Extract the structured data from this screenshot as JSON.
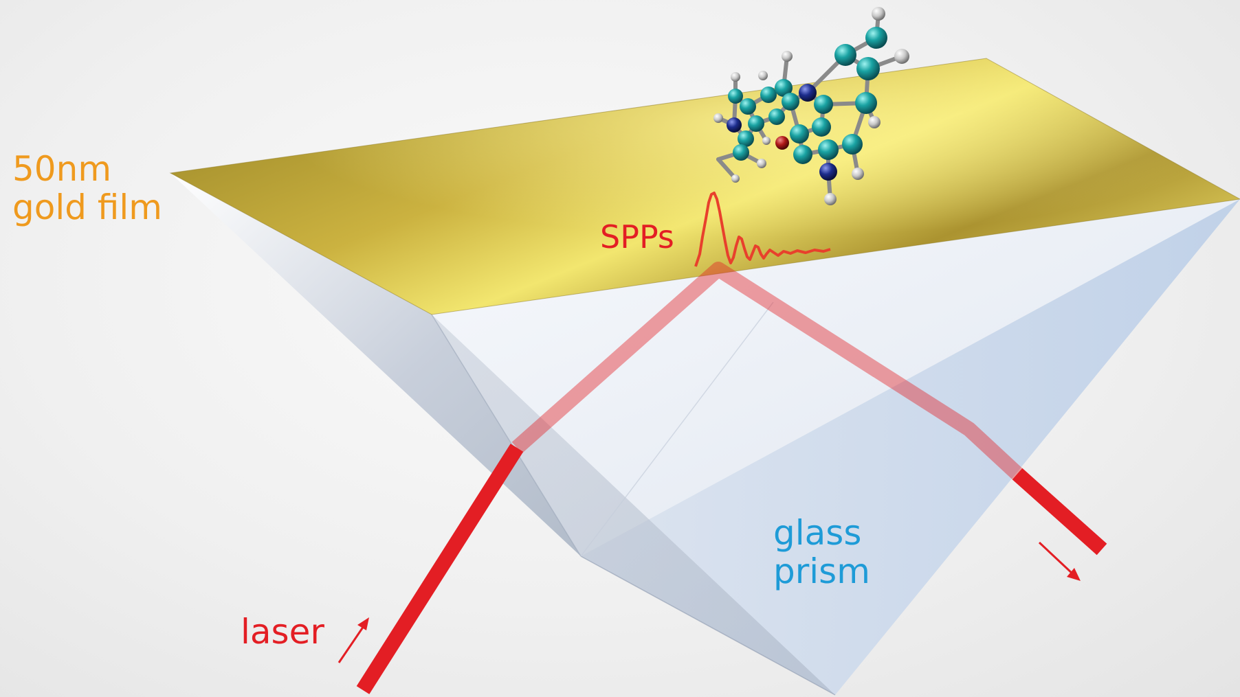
{
  "labels": {
    "film_line1": "50nm",
    "film_line2": "gold film",
    "prism_line1": "glass",
    "prism_line2": "prism",
    "laser": "laser",
    "spps": "SPPs"
  },
  "colors": {
    "gold_light": "#f3e872",
    "gold_dark": "#a9922c",
    "laser": "#e31e24",
    "film_text": "#ef9a1e",
    "prism_text": "#1e9bd7",
    "carbon": "#1aa3a3",
    "nitrogen": "#1c2c8c",
    "oxygen": "#b01818",
    "hydrogen": "#c8c8c8"
  },
  "icons": [
    "incident-arrow-icon",
    "outgoing-arrow-icon",
    "molecule-icon",
    "spp-wave-icon"
  ]
}
